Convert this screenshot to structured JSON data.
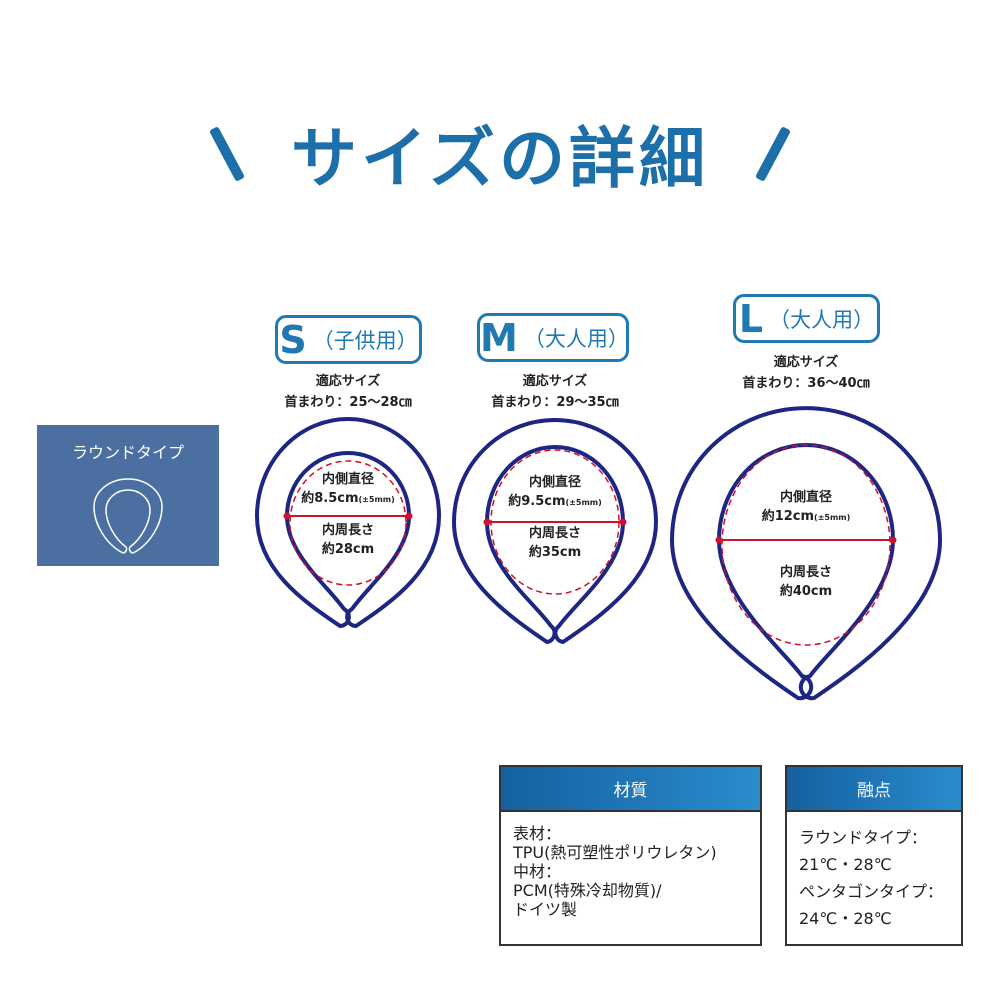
{
  "title": "サイズの詳細",
  "round_type": {
    "label": "ラウンドタイプ"
  },
  "sizes": [
    {
      "letter": "S",
      "usage": "（子供用）",
      "fit_label": "適応サイズ",
      "neck": "首まわり：25〜28㎝",
      "inner_dia_label": "内側直径",
      "inner_dia": "約8.5cm",
      "tolerance": "(±5mm)",
      "inner_len_label": "内周長さ",
      "inner_len": "約28cm"
    },
    {
      "letter": "M",
      "usage": "（大人用）",
      "fit_label": "適応サイズ",
      "neck": "首まわり：29〜35㎝",
      "inner_dia_label": "内側直径",
      "inner_dia": "約9.5cm",
      "tolerance": "(±5mm)",
      "inner_len_label": "内周長さ",
      "inner_len": "約35cm"
    },
    {
      "letter": "L",
      "usage": "（大人用）",
      "fit_label": "適応サイズ",
      "neck": "首まわり：36〜40㎝",
      "inner_dia_label": "内側直径",
      "inner_dia": "約12cm",
      "tolerance": "(±5mm)",
      "inner_len_label": "内周長さ",
      "inner_len": "約40cm"
    }
  ],
  "material": {
    "header": "材質",
    "lines": [
      "表材：",
      "TPU(熱可塑性ポリウレタン)",
      "中材：",
      "PCM(特殊冷却物質)/",
      "ドイツ製"
    ]
  },
  "melting": {
    "header": "融点",
    "lines": [
      "ラウンドタイプ：",
      "21℃・28℃",
      "ペンタゴンタイプ：",
      "24℃・28℃"
    ]
  },
  "colors": {
    "brand": "#1c6fa8",
    "ring": "#1e2683",
    "red": "#d0112b",
    "round_bg": "#4a6fa0"
  }
}
